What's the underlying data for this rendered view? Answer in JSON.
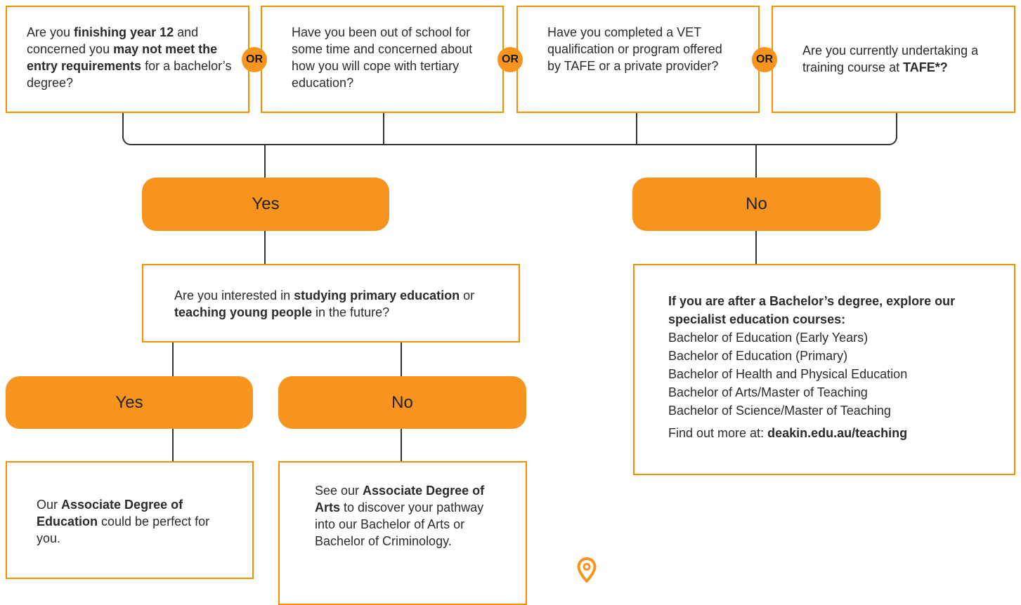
{
  "questions": {
    "q1": {
      "a": "Are you ",
      "b1": "finishing year 12",
      "c": " and concerned you ",
      "b2": "may not meet the entry requirements",
      "d": " for a bachelor’s degree?"
    },
    "q2": {
      "text": "Have you been out of school for some time and concerned about how you will cope with tertiary education?"
    },
    "q3": {
      "text": "Have you completed a VET qualification or program offered by TAFE or a private provider?"
    },
    "q4": {
      "a": "Are you currently undertaking a training course at ",
      "b": "TAFE*?"
    }
  },
  "or_label": "OR",
  "yes_label": "Yes",
  "no_label": "No",
  "interest": {
    "a": "Are you interested in ",
    "b1": "studying primary education",
    "c": " or ",
    "b2": "teaching young people",
    "d": " in the future?"
  },
  "bachelor": {
    "heading": "If you are after a Bachelor’s degree, explore our specialist education courses:",
    "courses": [
      "Bachelor of Education (Early Years)",
      "Bachelor of Education (Primary)",
      "Bachelor of Health and Physical Education",
      "Bachelor of Arts/Master of Teaching",
      "Bachelor of Science/Master of Teaching"
    ],
    "more_prefix": "Find out more at: ",
    "more_link": "deakin.edu.au/teaching"
  },
  "assoc_edu": {
    "a": "Our ",
    "b": "Associate Degree of Education",
    "c": " could be perfect for you."
  },
  "assoc_arts": {
    "a": "See our ",
    "b": "Associate Degree of Arts",
    "c": " to discover your pathway into our Bachelor of Arts or Bachelor of Criminology."
  },
  "colors": {
    "accent": "#f7941d",
    "border": "#f39200",
    "line": "#333333"
  },
  "icons": {
    "location": "map-pin-icon"
  }
}
